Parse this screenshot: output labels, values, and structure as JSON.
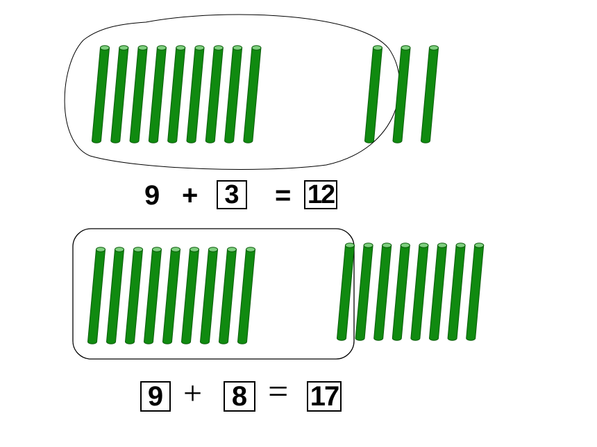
{
  "colors": {
    "stick_fill": "#108a10",
    "stick_stroke": "#0a5c0a",
    "stick_top": "#7fcf7f",
    "outline": "#000000"
  },
  "groups": [
    {
      "name": "top",
      "left_sticks": 9,
      "right_sticks": 3,
      "circled": 9
    },
    {
      "name": "bottom",
      "left_sticks": 9,
      "right_sticks": 8,
      "circled": 9
    }
  ],
  "equation1": {
    "a": "9",
    "plus": "+",
    "b": "3",
    "equals": "=",
    "result": "12"
  },
  "equation2": {
    "a": "9",
    "plus": "+",
    "b": "8",
    "equals": "=",
    "result": "17"
  }
}
